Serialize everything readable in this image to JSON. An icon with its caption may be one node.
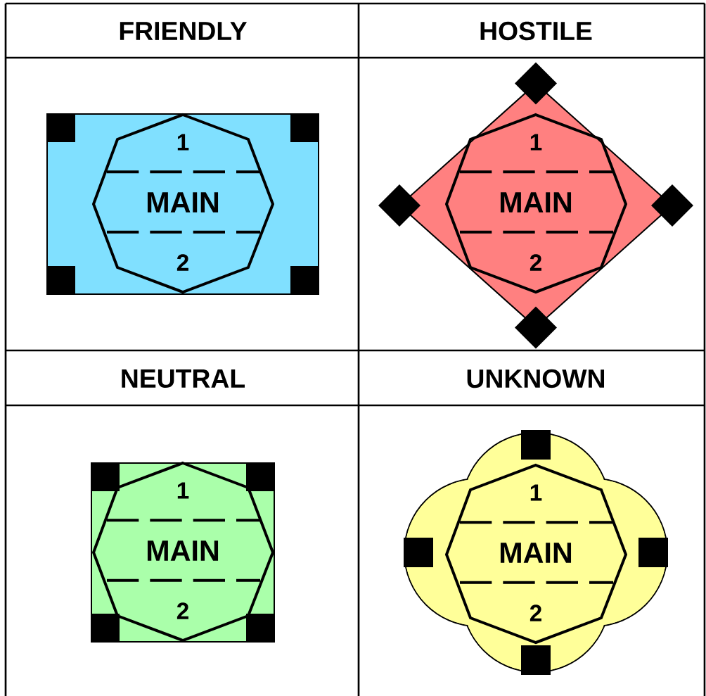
{
  "diagram": {
    "nodes": [
      {
        "text": [],
        "shape": "box"
      },
      {
        "text": [
          "1",
          "MAIN",
          "2"
        ],
        "in": 0
      },
      {
        "text": [],
        "shape": "diamond"
      },
      {
        "text": [
          "1",
          "MAIN",
          "2"
        ],
        "in": 2
      },
      {
        "text": [],
        "shape": "box"
      },
      {
        "text": [
          "1",
          "MAIN",
          "2"
        ],
        "in": 4
      },
      {
        "text": [],
        "shape": "cloud"
      },
      {
        "text": [
          "1",
          "MAIN",
          "2"
        ],
        "in": 6
      }
    ],
    "labels": [
      "FRIENDLY",
      "HOSTILE",
      "NEUTRAL",
      "UNKNOWN"
    ]
  }
}
